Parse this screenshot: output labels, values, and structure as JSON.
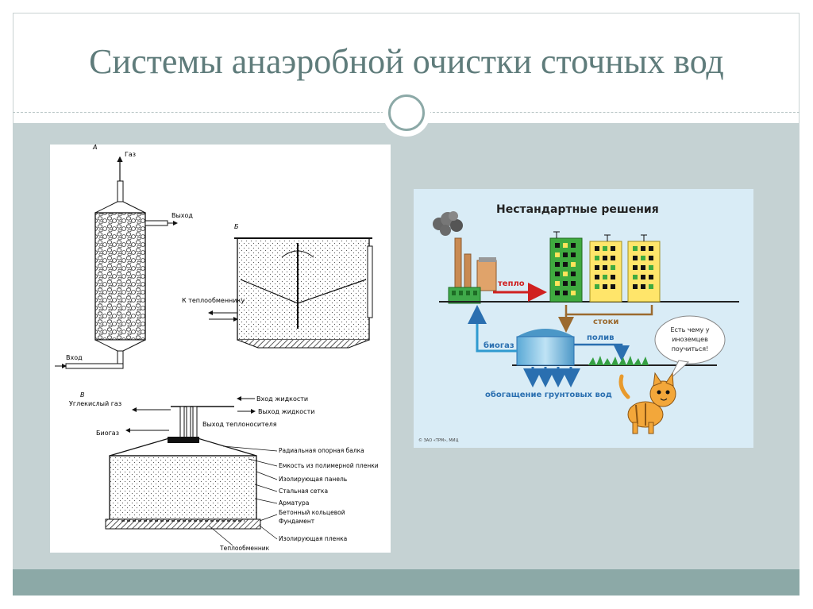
{
  "slide": {
    "title": "Системы анаэробной очистки сточных вод"
  },
  "left_figure": {
    "panel_a": {
      "letter": "А",
      "gas": "Газ",
      "outlet": "Выход",
      "inlet": "Вход"
    },
    "panel_b": {
      "letter": "Б",
      "heat_exchanger": "К теплообменнику"
    },
    "panel_c": {
      "letter": "В",
      "co2": "Углекислый газ",
      "biogas": "Биогаз",
      "liquid_in": "Вход жидкости",
      "liquid_out": "Выход жидкости",
      "coolant_out": "Выход теплоносителя",
      "labels": [
        "Радиальная опорная балка",
        "Емкость из полимерной пленки",
        "Изолирующая панель",
        "Стальная сетка",
        "Арматура",
        "Бетонный кольцевой",
        "Фундамент",
        "Изолирующая пленка"
      ],
      "heat_exchanger": "Теплообменник"
    }
  },
  "right_figure": {
    "title": "Нестандартные решения",
    "heat": "тепло",
    "sewage": "стоки",
    "biogas": "биогаз",
    "watering": "полив",
    "groundwater": "обогащение грунтовых вод",
    "speech_lines": [
      "Есть чему у",
      "иноземцев",
      "поучиться!"
    ],
    "copyright": "© ЗАО «ТРМ», МИЦ"
  }
}
